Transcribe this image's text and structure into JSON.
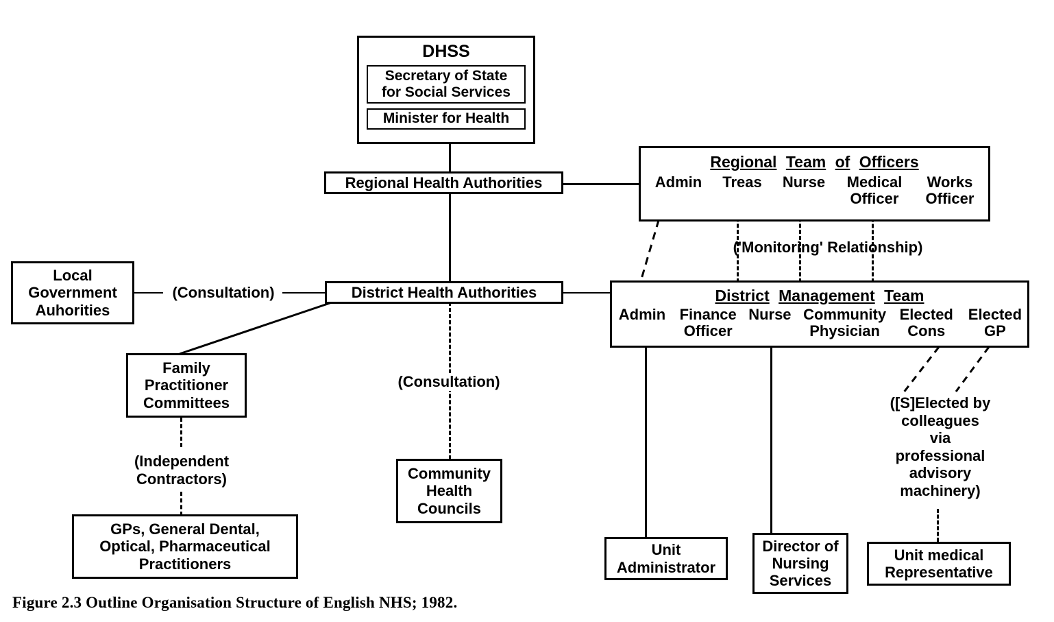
{
  "figure": {
    "caption": "Figure 2.3  Outline Organisation Structure of English NHS; 1982.",
    "title": "Outline Organisation Structure of English NHS; 1982"
  },
  "nodes": {
    "dhss": {
      "title": "DHSS",
      "secretary": "Secretary of State\nfor Social Services",
      "secretary_line1": "Secretary of State",
      "secretary_line2": "for Social Services",
      "minister": "Minister for Health"
    },
    "rha": {
      "label": "Regional Health Authorities"
    },
    "dha": {
      "label": "District Health Authorities"
    },
    "lga": {
      "line1": "Local",
      "line2": "Government",
      "line3": "Auhorities"
    },
    "fpc": {
      "line1": "Family",
      "line2": "Practitioner",
      "line3": "Committees"
    },
    "practitioners": {
      "line1": "GPs, General Dental,",
      "line2": "Optical, Pharmaceutical",
      "line3": "Practitioners"
    },
    "chc": {
      "line1": "Community",
      "line2": "Health",
      "line3": "Councils"
    },
    "rto": {
      "header": "Regional Team of Officers",
      "header_words": [
        "Regional",
        "Team",
        "of",
        "Officers"
      ],
      "members": [
        {
          "line1": "Admin",
          "line2": ""
        },
        {
          "line1": "Treas",
          "line2": ""
        },
        {
          "line1": "Nurse",
          "line2": ""
        },
        {
          "line1": "Medical",
          "line2": "Officer"
        },
        {
          "line1": "Works",
          "line2": "Officer"
        }
      ]
    },
    "dmt": {
      "header": "District Management Team",
      "header_words": [
        "District",
        "Management",
        "Team"
      ],
      "members": [
        {
          "line1": "Admin",
          "line2": ""
        },
        {
          "line1": "Finance",
          "line2": "Officer"
        },
        {
          "line1": "Nurse",
          "line2": ""
        },
        {
          "line1": "Community",
          "line2": "Physician"
        },
        {
          "line1": "Elected",
          "line2": "Cons"
        },
        {
          "line1": "Elected",
          "line2": "GP"
        }
      ]
    },
    "unit_administrator": {
      "line1": "Unit",
      "line2": "Administrator"
    },
    "director_nursing": {
      "line1": "Director of",
      "line2": "Nursing",
      "line3": "Services"
    },
    "unit_medical_rep": {
      "line1": "Unit medical",
      "line2": "Representative"
    }
  },
  "annotations": {
    "consultation_left": "(Consultation)",
    "consultation_centre": "(Consultation)",
    "monitoring": "('Monitoring' Relationship)",
    "independent_contractors_line1": "(Independent",
    "independent_contractors_line2": "Contractors)",
    "elected_note": {
      "line1": "([S]Elected by",
      "line2": "colleagues",
      "line3": "via",
      "line4": "professional",
      "line5": "advisory",
      "line6": "machinery)"
    }
  },
  "colors": {
    "ink": "#000000",
    "paper": "#ffffff"
  }
}
